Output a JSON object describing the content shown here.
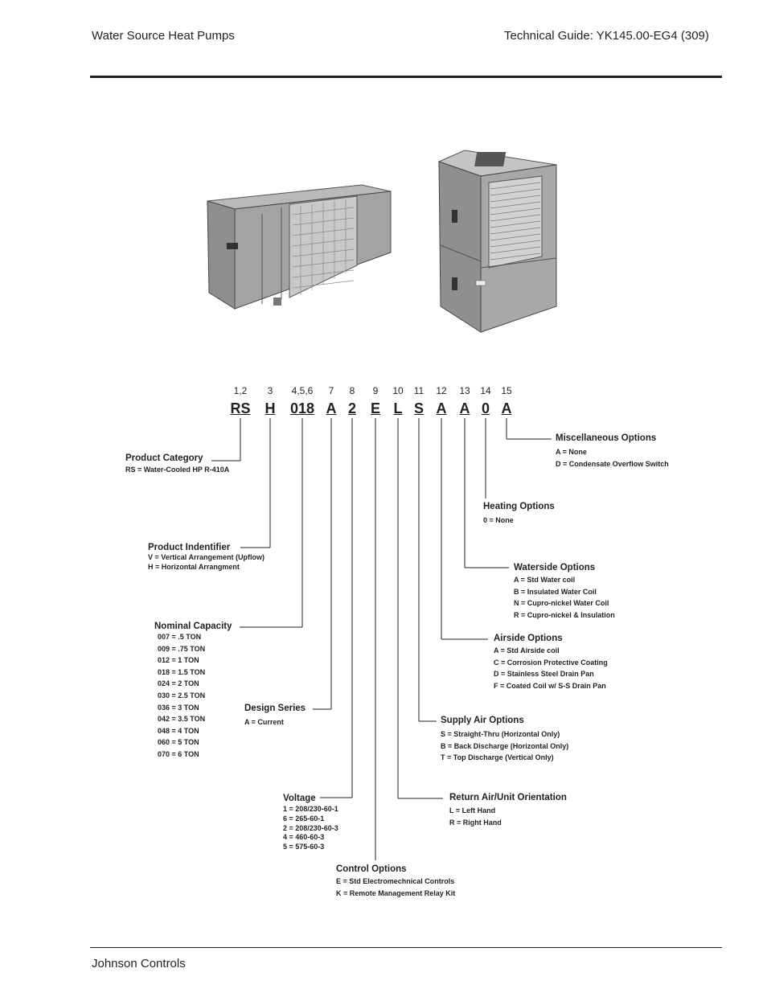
{
  "header": {
    "left": "Water Source Heat Pumps",
    "right": "Technical Guide: YK145.00-EG4 (309)"
  },
  "footer": {
    "left": "Johnson Controls"
  },
  "model_code": {
    "positions": [
      "1,2",
      "3",
      "4,5,6",
      "7",
      "8",
      "9",
      "10",
      "11",
      "12",
      "13",
      "14",
      "15"
    ],
    "segments": [
      "RS",
      "H",
      "018",
      "A",
      "2",
      "E",
      "L",
      "S",
      "A",
      "A",
      "0",
      "A"
    ]
  },
  "groups": {
    "product_category": {
      "title": "Product Category",
      "items": [
        "RS = Water-Cooled HP  R-410A"
      ]
    },
    "product_identifier": {
      "title": "Product Indentifier",
      "items": [
        "V = Vertical Arrangement (Upflow)",
        "H = Horizontal Arrangment"
      ]
    },
    "nominal_capacity": {
      "title": "Nominal Capacity",
      "items": [
        "007 = .5 TON",
        "009 = .75 TON",
        "012 = 1 TON",
        "018 = 1.5 TON",
        "024 = 2 TON",
        "030 = 2.5 TON",
        "036 = 3 TON",
        "042 = 3.5 TON",
        "048 = 4 TON",
        "060 = 5 TON",
        "070 = 6 TON"
      ]
    },
    "design_series": {
      "title": "Design Series",
      "items": [
        "A = Current"
      ]
    },
    "voltage": {
      "title": "Voltage",
      "items": [
        "1 = 208/230-60-1",
        "6 = 265-60-1",
        "2 = 208/230-60-3",
        "4 = 460-60-3",
        "5 = 575-60-3"
      ]
    },
    "control_options": {
      "title": "Control Options",
      "items": [
        "E = Std Electromechnical Controls",
        "K = Remote Management Relay Kit"
      ]
    },
    "return_air": {
      "title": "Return Air/Unit Orientation",
      "items": [
        "L = Left Hand",
        "R = Right Hand"
      ]
    },
    "supply_air": {
      "title": "Supply Air Options",
      "items": [
        "S = Straight-Thru (Horizontal Only)",
        "B = Back Discharge (Horizontal Only)",
        "T = Top Discharge (Vertical Only)"
      ]
    },
    "airside": {
      "title": "Airside Options",
      "items": [
        "A = Std Airside coil",
        "C = Corrosion Protective Coating",
        "D = Stainless Steel Drain Pan",
        "F = Coated Coil w/ S-S Drain Pan"
      ]
    },
    "waterside": {
      "title": "Waterside Options",
      "items": [
        "A = Std Water coil",
        "B = Insulated Water Coil",
        "N = Cupro-nickel Water Coil",
        "R = Cupro-nickel & Insulation"
      ]
    },
    "heating": {
      "title": "Heating Options",
      "items": [
        "0 = None"
      ]
    },
    "misc": {
      "title": "Miscellaneous Options",
      "items": [
        "A = None",
        "D = Condensate Overflow Switch"
      ]
    }
  }
}
